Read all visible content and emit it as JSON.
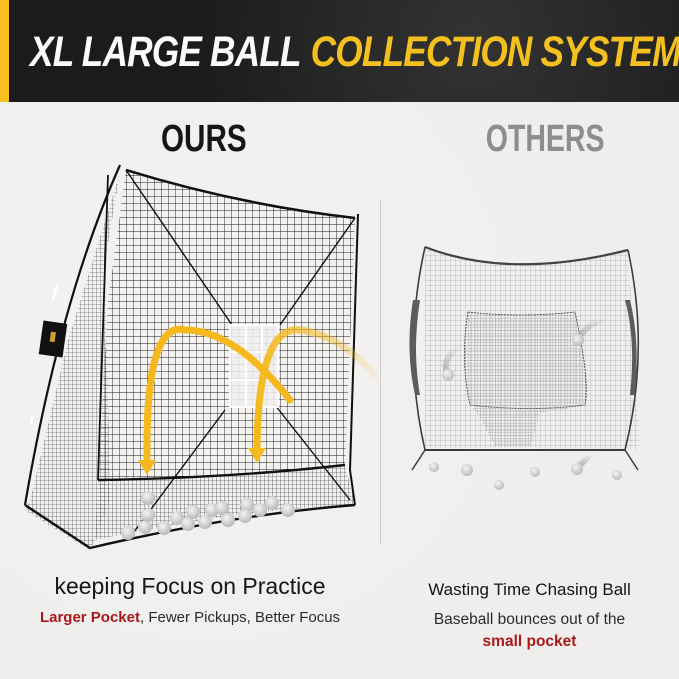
{
  "header": {
    "title_part1": "XL LARGE BALL",
    "title_part2": "COLLECTION SYSTEM",
    "accent_color": "#f4c020",
    "background_color": "#1d1d1d"
  },
  "comparison": {
    "ours": {
      "label": "OURS",
      "illustration": "large-pocket-hitting-net-with-ball-trajectory-arrows",
      "heading": "keeping Focus on Practice",
      "sub_highlight": "Larger Pocket",
      "sub_rest": ", Fewer Pickups, Better Focus"
    },
    "others": {
      "label": "OTHERS",
      "illustration": "small-pocket-net-with-bouncing-balls",
      "heading": "Wasting Time Chasing Ball",
      "sub_line1": "Baseball bounces out of the",
      "sub_highlight": "small pocket"
    }
  },
  "colors": {
    "highlight_red": "#a8191c",
    "trajectory_yellow": "#f5b91e",
    "others_label_gray": "#8d8d8d"
  }
}
